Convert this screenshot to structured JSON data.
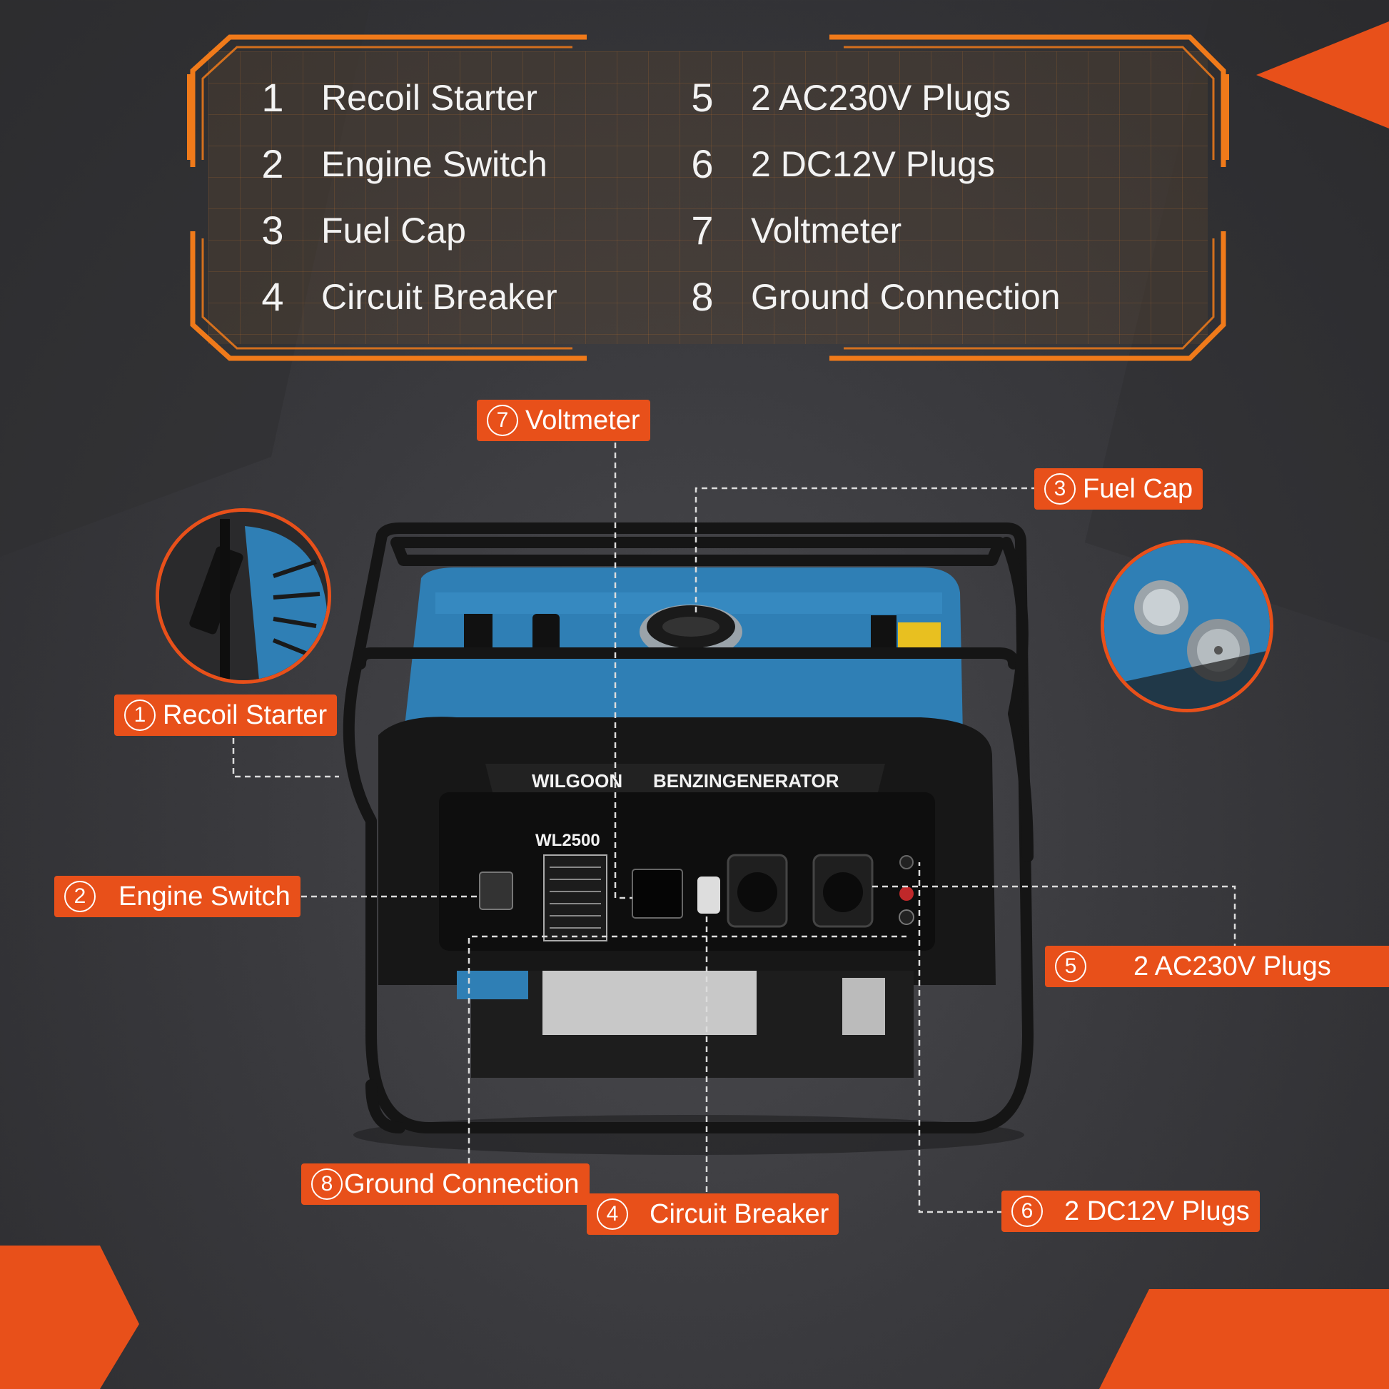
{
  "legend": {
    "items": [
      {
        "number": "1",
        "label": "Recoil Starter"
      },
      {
        "number": "2",
        "label": "Engine Switch"
      },
      {
        "number": "3",
        "label": "Fuel Cap"
      },
      {
        "number": "4",
        "label": "Circuit Breaker"
      },
      {
        "number": "5",
        "label": "2 AC230V Plugs"
      },
      {
        "number": "6",
        "label": "2 DC12V Plugs"
      },
      {
        "number": "7",
        "label": "Voltmeter"
      },
      {
        "number": "8",
        "label": "Ground Connection"
      }
    ]
  },
  "callouts": {
    "voltmeter": {
      "number": "7",
      "label": "Voltmeter"
    },
    "fuel_cap": {
      "number": "3",
      "label": "Fuel Cap"
    },
    "recoil_starter": {
      "number": "1",
      "label": "Recoil Starter"
    },
    "engine_switch": {
      "number": "2",
      "label": "Engine Switch"
    },
    "ac_plugs": {
      "number": "5",
      "label": "2 AC230V Plugs"
    },
    "ground_connection": {
      "number": "8",
      "label": "Ground Connection"
    },
    "circuit_breaker": {
      "number": "4",
      "label": "Circuit Breaker"
    },
    "dc_plugs": {
      "number": "6",
      "label": "2 DC12V Plugs"
    }
  },
  "product": {
    "brand": "WILGOON",
    "type": "BENZINGENERATOR",
    "model": "WL2500"
  },
  "colors": {
    "accent": "#e8501a",
    "frame_orange": "#f07a1a",
    "generator_blue": "#2f7fb5",
    "frame_black": "#151515"
  }
}
